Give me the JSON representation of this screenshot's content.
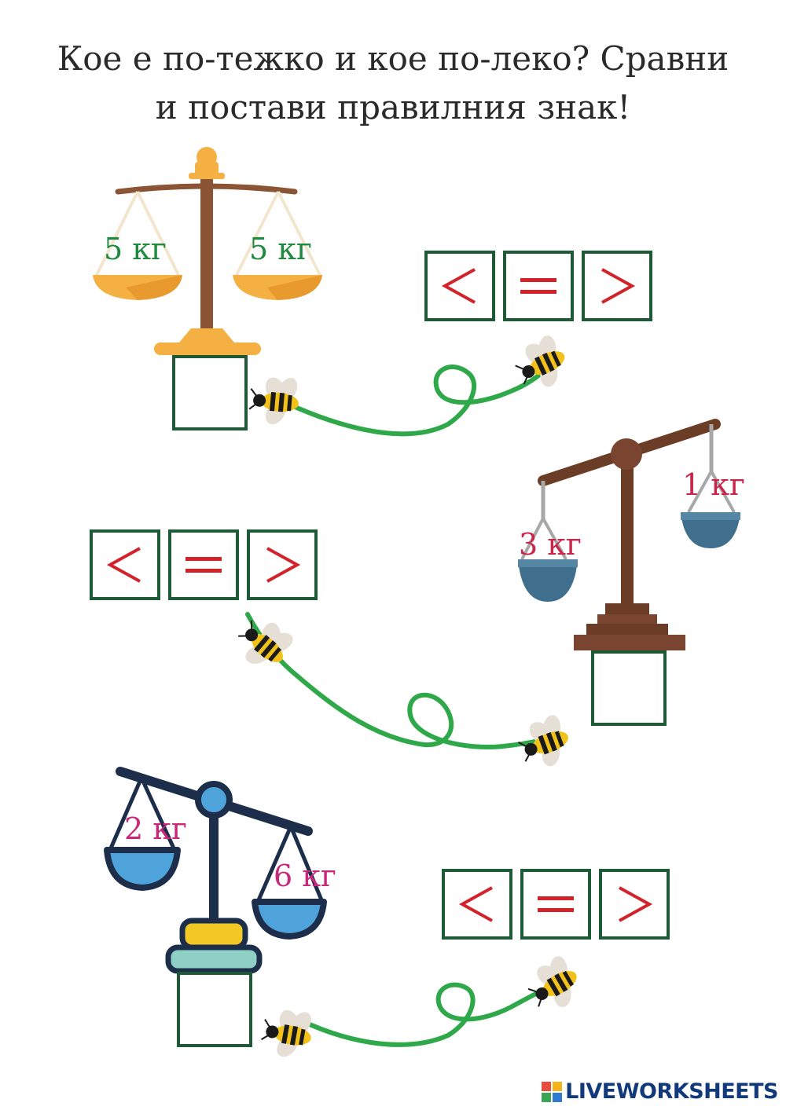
{
  "title_line1": "Кое е по-тежко и кое по-леко? Сравни",
  "title_line2": "и постави правилния знак!",
  "sign_options": [
    "<",
    "=",
    ">"
  ],
  "tasks": [
    {
      "left_weight": "5 кг",
      "right_weight": "5 кг"
    },
    {
      "left_weight": "3 кг",
      "right_weight": "1 кг"
    },
    {
      "left_weight": "2 кг",
      "right_weight": "6 кг"
    }
  ],
  "brand": "LIVEWORKSHEETS",
  "colors": {
    "frame": "#1e5a35",
    "sign": "#d2232a",
    "path": "#2fa84a",
    "weight_green": "#1f8a3e",
    "weight_red": "#c8264a",
    "weight_pink": "#c8287a"
  }
}
